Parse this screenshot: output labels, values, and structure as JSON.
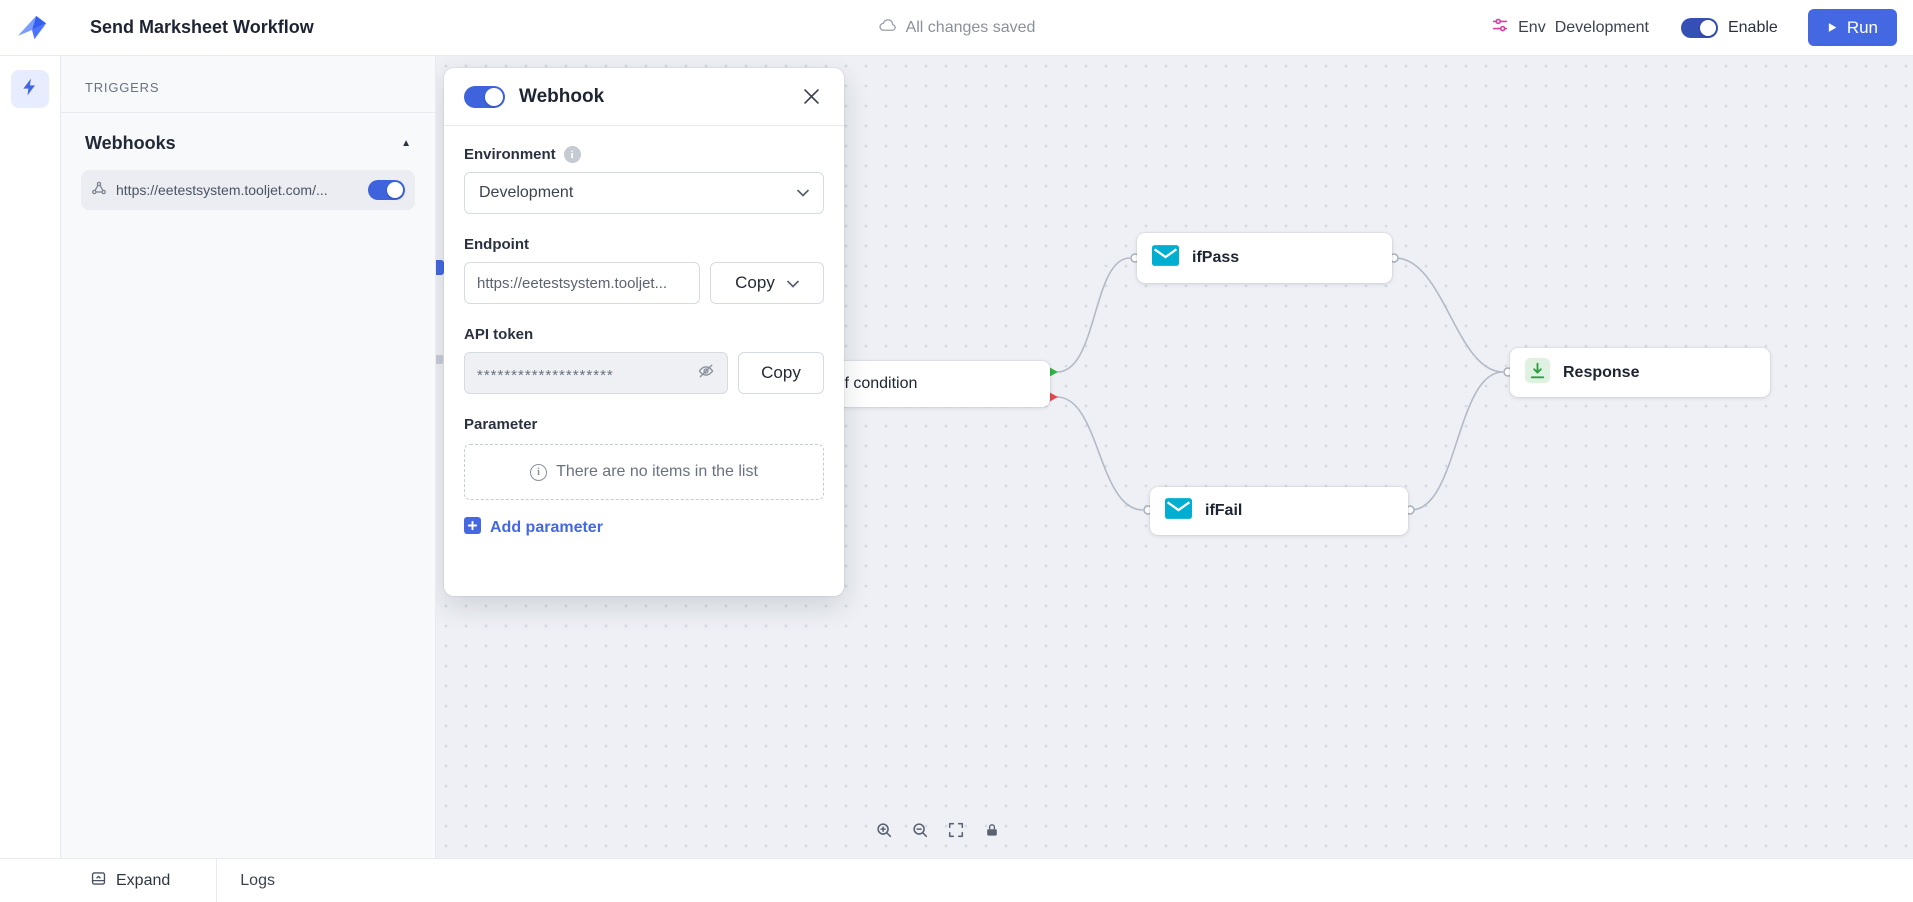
{
  "topbar": {
    "title": "Send Marksheet Workflow",
    "save_status": "All changes saved",
    "env_label": "Env",
    "env_value": "Development",
    "enable_label": "Enable",
    "run_label": "Run"
  },
  "left_panel": {
    "triggers_heading": "TRIGGERS",
    "webhooks_heading": "Webhooks",
    "webhook_item": {
      "url": "https://eetestsystem.tooljet.com/...",
      "enabled": true
    }
  },
  "webhook_modal": {
    "title": "Webhook",
    "enabled": true,
    "environment": {
      "label": "Environment",
      "value": "Development"
    },
    "endpoint": {
      "label": "Endpoint",
      "value": "https://eetestsystem.tooljet...",
      "copy_label": "Copy"
    },
    "api_token": {
      "label": "API token",
      "masked_value": "********************",
      "copy_label": "Copy"
    },
    "parameter": {
      "label": "Parameter",
      "empty_text": "There are no items in the list",
      "add_label": "Add parameter"
    }
  },
  "canvas": {
    "nodes": [
      {
        "id": "if-condition",
        "type": "if",
        "label": "If condition"
      },
      {
        "id": "ifPass",
        "type": "mail",
        "label": "ifPass"
      },
      {
        "id": "ifFail",
        "type": "mail",
        "label": "ifFail"
      },
      {
        "id": "response",
        "type": "response",
        "label": "Response"
      }
    ],
    "controls": [
      "zoom-in",
      "zoom-out",
      "fit-view",
      "lock"
    ]
  },
  "bottom_bar": {
    "expand_label": "Expand",
    "logs_label": "Logs"
  },
  "colors": {
    "accent_blue": "#4368e1",
    "toggle_blue": "#3e63dd",
    "enable_toggle": "#3450b4",
    "mail_icon": "#00aed1",
    "response_icon_green": "#2f9e44",
    "edge_true_green": "#2fb344",
    "edge_false_red": "#e5484d",
    "canvas_bg": "#eef0f5",
    "panel_bg": "#f8f9fb"
  },
  "icons": {
    "logo": "tooljet-logo",
    "save_status": "cloud-icon",
    "env": "sliders-icon",
    "run": "play-icon",
    "triggers_tab": "lightning-bolt-icon",
    "webhook_item": "webhook-icon",
    "add_parameter": "plus-square-icon",
    "token_visibility": "eye-off-icon",
    "controls": [
      "zoom-in-icon",
      "zoom-out-icon",
      "fit-view-icon",
      "lock-icon"
    ]
  }
}
